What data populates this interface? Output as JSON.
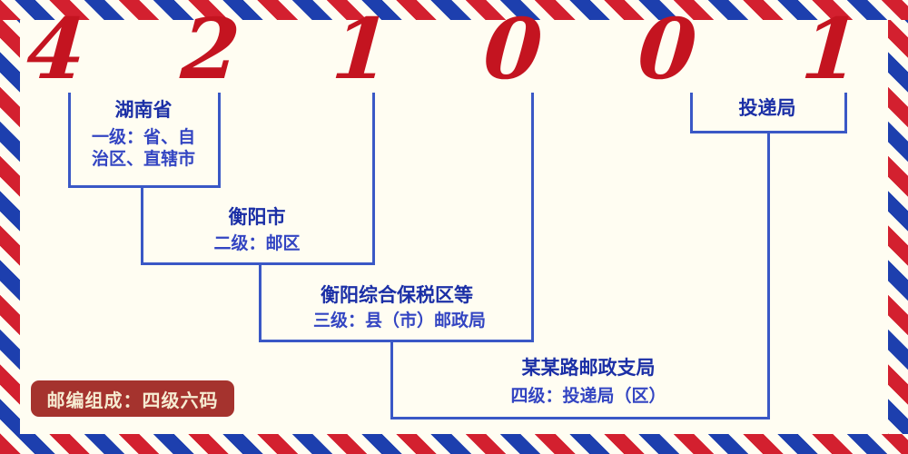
{
  "postal_code": {
    "digits": [
      "4",
      "2",
      "1",
      "0",
      "0",
      "1"
    ]
  },
  "levels": {
    "level1": {
      "name": "湖南省",
      "desc_line1": "一级：省、自",
      "desc_line2": "治区、直辖市"
    },
    "level2": {
      "name": "衡阳市",
      "desc": "二级：邮区"
    },
    "level3": {
      "name": "衡阳综合保税区等",
      "desc": "三级：县（市）邮政局"
    },
    "level4": {
      "name": "某某路邮政支局",
      "desc": "四级：投递局（区）"
    },
    "delivery": {
      "name": "投递局"
    }
  },
  "badge": {
    "text": "邮编组成：四级六码"
  },
  "colors": {
    "digit_red": "#c41420",
    "line_blue": "#3a58c6",
    "label_blue": "#1b2fa6",
    "badge_background": "#a5332e",
    "badge_text": "#f6ecd2",
    "stripe_red": "#d3202f",
    "stripe_blue": "#1d3fae",
    "background": "#fffdf2"
  }
}
